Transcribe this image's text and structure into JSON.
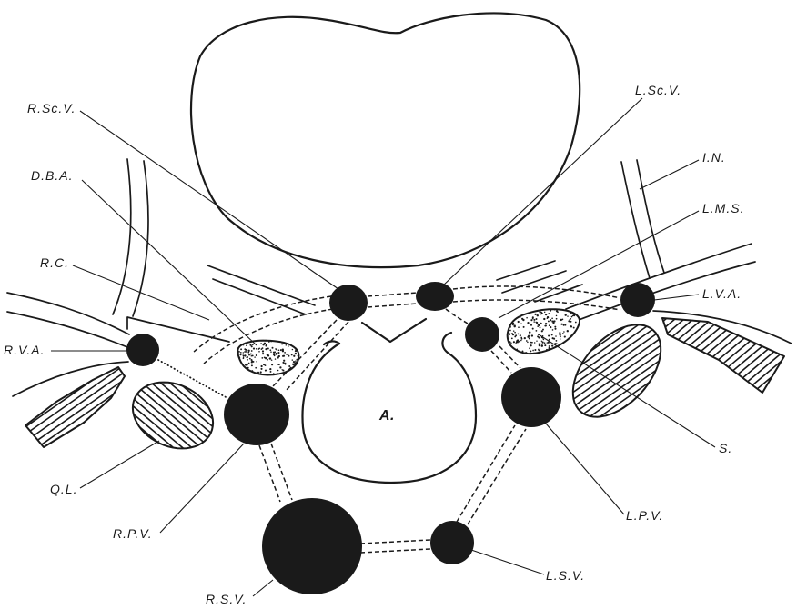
{
  "colors": {
    "ink": "#1a1a1a",
    "paper": "#ffffff"
  },
  "labels": {
    "r_sc_v": "R.Sc.V.",
    "l_sc_v": "L.Sc.V.",
    "i_n": "I.N.",
    "d_b_a": "D.B.A.",
    "l_m_s": "L.M.S.",
    "r_c": "R.C.",
    "l_v_a": "L.V.A.",
    "r_v_a": "R.V.A.",
    "a": "A.",
    "s": "S.",
    "q_l": "Q.L.",
    "l_p_v": "L.P.V.",
    "r_p_v": "R.P.V.",
    "l_s_v": "L.S.V.",
    "r_s_v": "R.S.V."
  }
}
